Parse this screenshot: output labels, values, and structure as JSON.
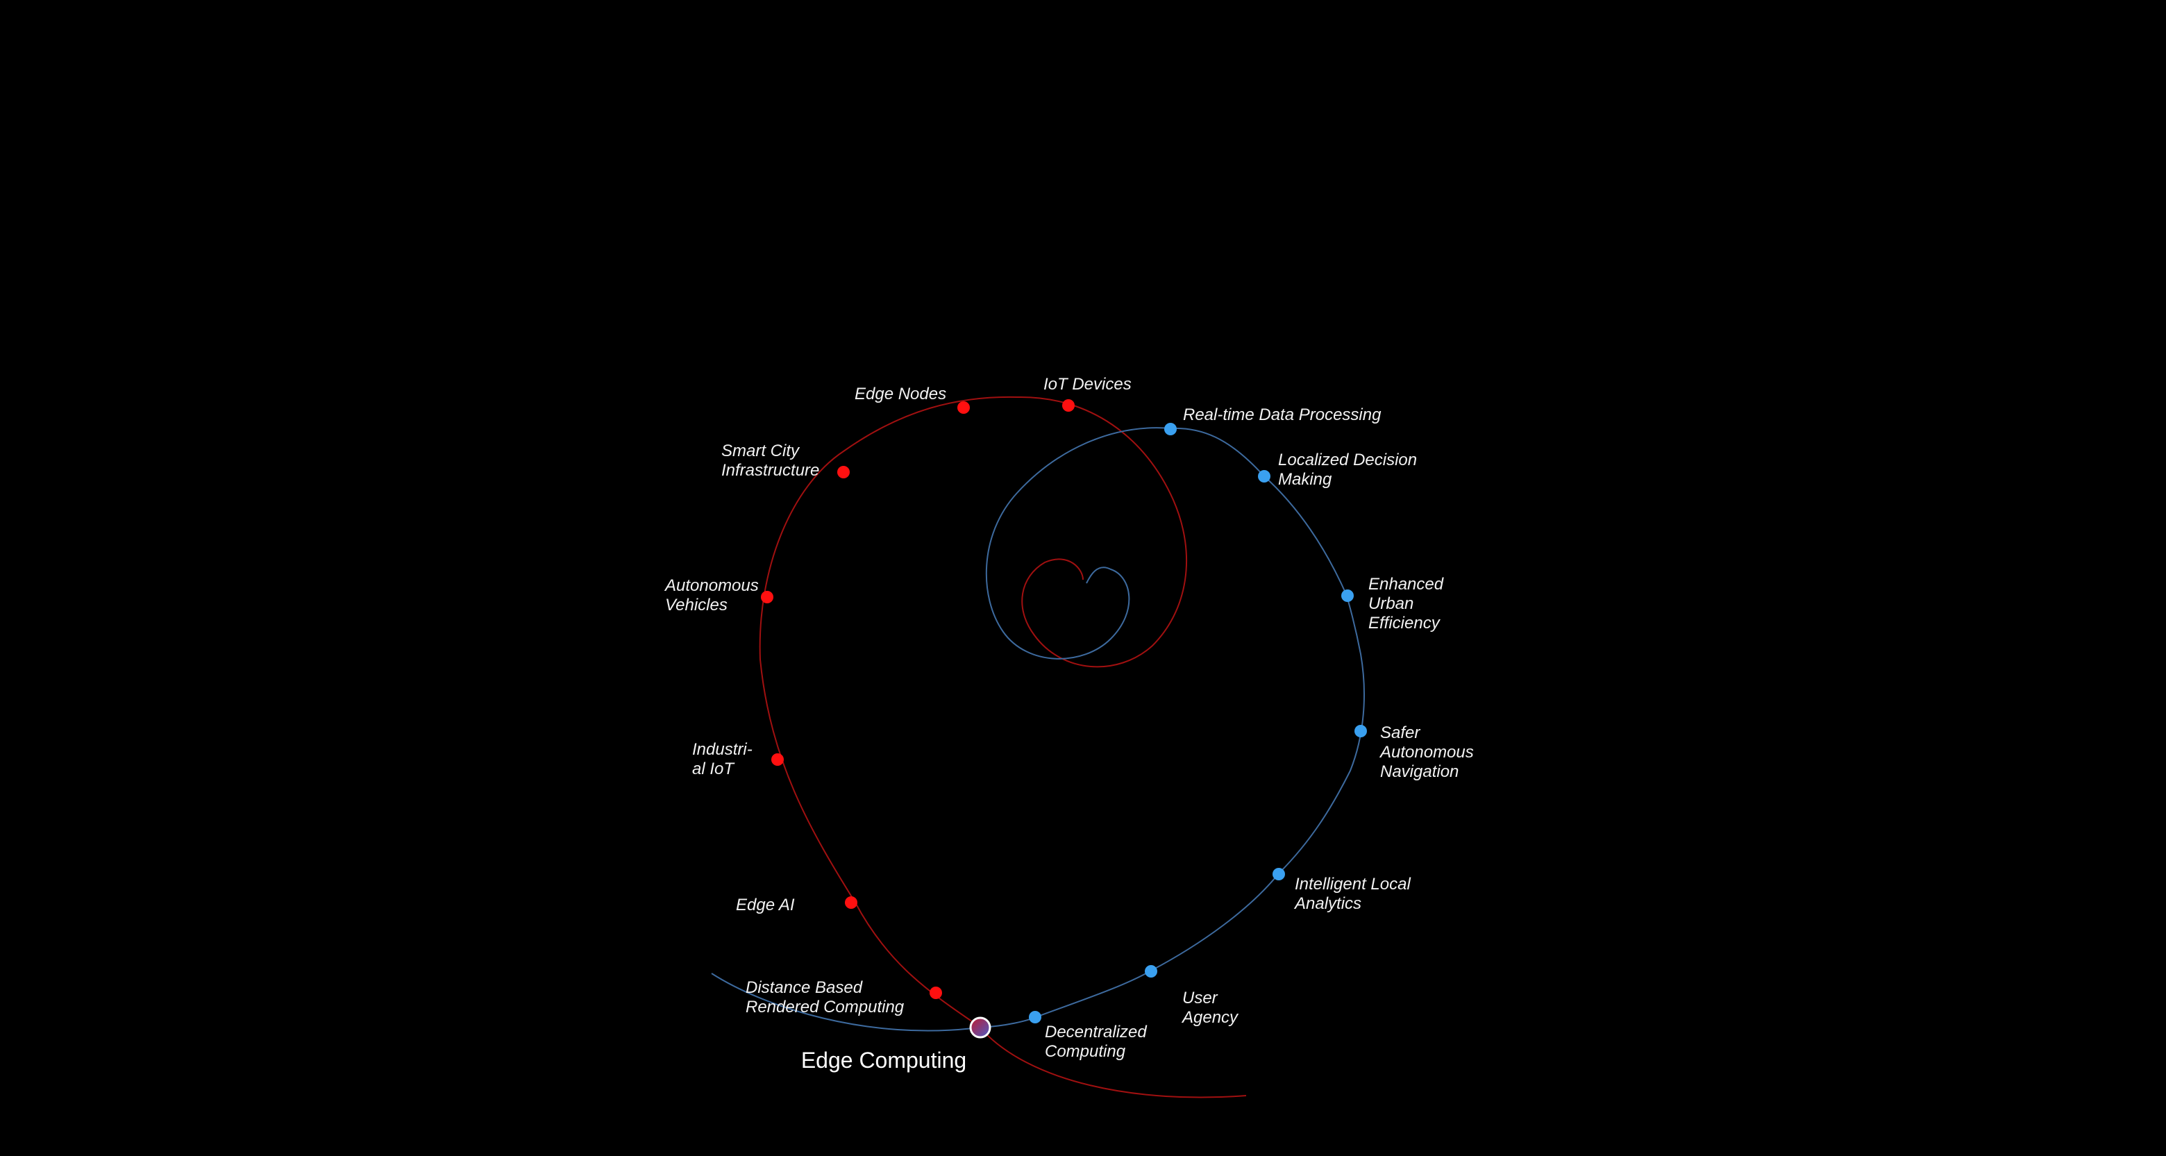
{
  "diagram": {
    "center_label": "Edge Computing",
    "colors": {
      "background": "#000000",
      "red_spiral": "#a01010",
      "red_node": "#ff1010",
      "blue_spiral": "#3d6a9e",
      "blue_node": "#3aa0f0",
      "center_ring": "#ffffff",
      "label": "#f2f2f2"
    },
    "red_nodes": [
      {
        "line1": "Distance Based",
        "line2": "Rendered Computing"
      },
      {
        "line1": "Edge AI",
        "line2": ""
      },
      {
        "line1": "Industri-",
        "line2": "al IoT"
      },
      {
        "line1": "Autonomous",
        "line2": "Vehicles"
      },
      {
        "line1": "Smart City",
        "line2": "Infrastructure"
      },
      {
        "line1": "Edge Nodes",
        "line2": ""
      },
      {
        "line1": "IoT Devices",
        "line2": ""
      }
    ],
    "blue_nodes": [
      {
        "line1": "Decentralized",
        "line2": "Computing",
        "line3": ""
      },
      {
        "line1": "User",
        "line2": "Agency",
        "line3": ""
      },
      {
        "line1": "Intelligent Local",
        "line2": "Analytics",
        "line3": ""
      },
      {
        "line1": "Safer",
        "line2": "Autonomous",
        "line3": "Navigation"
      },
      {
        "line1": "Enhanced",
        "line2": "Urban",
        "line3": "Efficiency"
      },
      {
        "line1": "Localized Decision",
        "line2": "Making",
        "line3": ""
      },
      {
        "line1": "Real-time Data Processing",
        "line2": "",
        "line3": ""
      }
    ]
  }
}
